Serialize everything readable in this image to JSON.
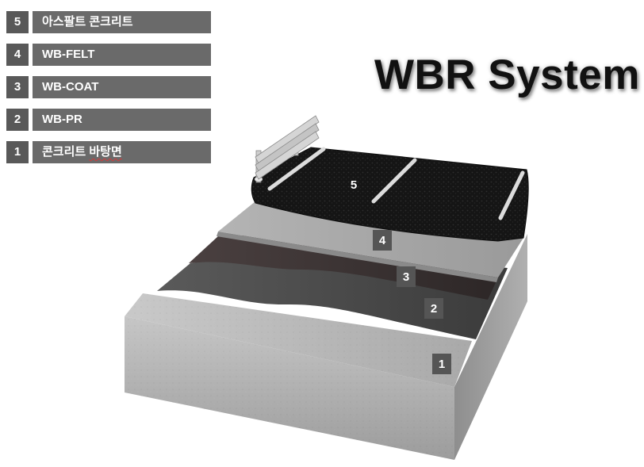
{
  "title": "WBR System",
  "legend": [
    {
      "number": "5",
      "label": "아스팔트 콘크리트"
    },
    {
      "number": "4",
      "label": "WB-FELT"
    },
    {
      "number": "3",
      "label": "WB-COAT"
    },
    {
      "number": "2",
      "label": "WB-PR"
    },
    {
      "number": "1",
      "label": "콘크리트 바탕면",
      "squiggle_part": "바탕면"
    }
  ],
  "layer_markers": [
    "5",
    "4",
    "3",
    "2",
    "1"
  ],
  "colors": {
    "legend_number_bg": "#595959",
    "legend_label_bg": "#6a6a6a",
    "concrete": "#b9b9b9",
    "wb_pr": "#4a4a4a",
    "wb_coat": "#3a3333",
    "wb_felt": "#a8a8a8",
    "asphalt": "#141414"
  }
}
